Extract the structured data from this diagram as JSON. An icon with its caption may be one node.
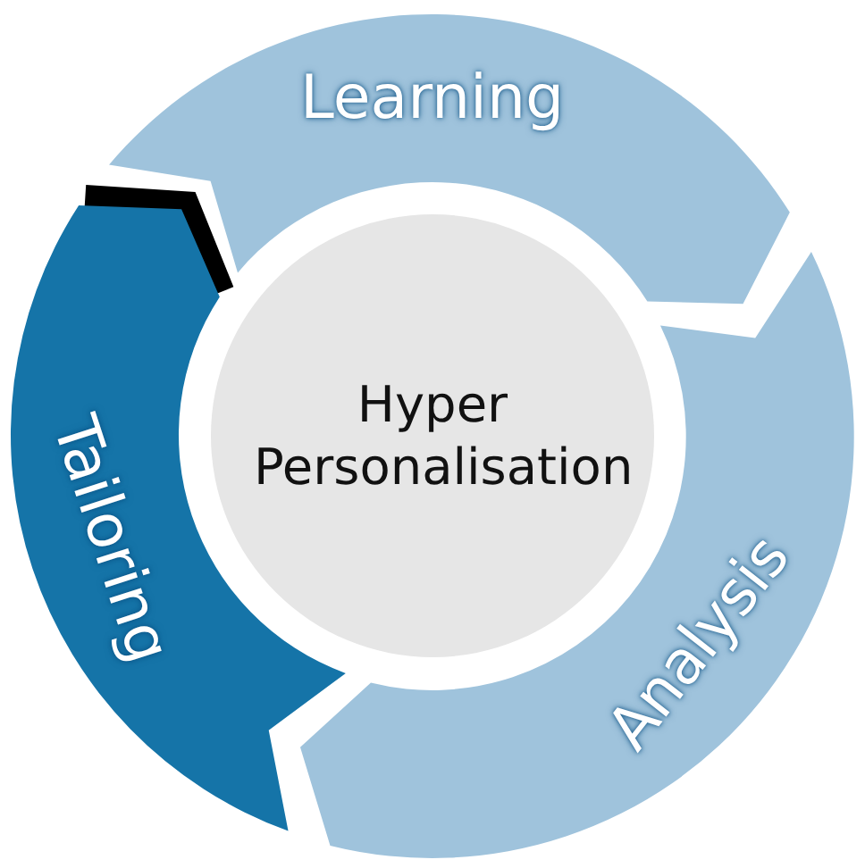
{
  "diagram": {
    "nodes": [
      {
        "text": [
          "Learning"
        ]
      },
      {
        "text": [
          "Tailoring"
        ]
      },
      {
        "text": [
          "Hyper Personalisation"
        ]
      },
      {
        "text": [
          "Analysis"
        ]
      }
    ]
  }
}
